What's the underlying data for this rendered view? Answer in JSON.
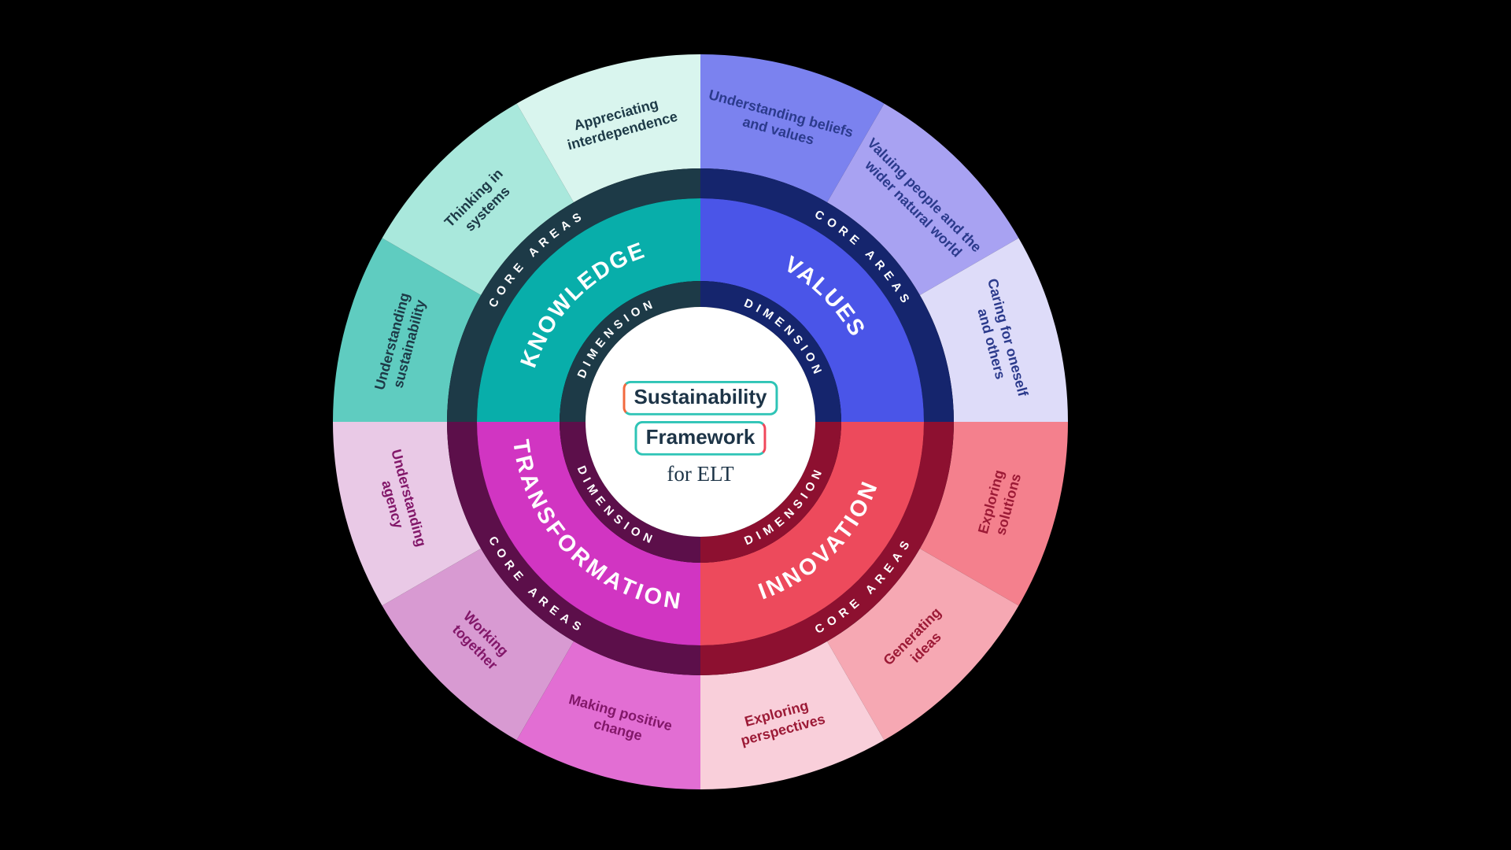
{
  "background_color": "#000000",
  "title_card": {
    "line1": "Sustainability",
    "line2": "Framework",
    "subtitle": "for ELT",
    "accent_orange": "#f2693e",
    "accent_teal": "#2ec4b6",
    "accent_red": "#f0475a",
    "text_color": "#1d3447"
  },
  "rings": {
    "dimension_label": "DIMENSION",
    "core_areas_label": "CORE AREAS"
  },
  "quadrants": [
    {
      "name": "KNOWLEDGE",
      "position": "top-left",
      "colors": {
        "main": "#08aeaa",
        "dark": "#1d3a47",
        "label_text": "#1d3a47",
        "segments": [
          "#5fccc0",
          "#a9e8dc",
          "#d9f5ee"
        ]
      },
      "core_areas": [
        {
          "label": "Understanding sustainability",
          "lines": [
            "Understanding",
            "sustainability"
          ]
        },
        {
          "label": "Thinking in systems",
          "lines": [
            "Thinking in",
            "systems"
          ]
        },
        {
          "label": "Appreciating interdependence",
          "lines": [
            "Appreciating",
            "interdependence"
          ]
        }
      ]
    },
    {
      "name": "VALUES",
      "position": "top-right",
      "colors": {
        "main": "#4a55e8",
        "dark": "#15256d",
        "label_text": "#2b3a8c",
        "segments": [
          "#7b82ef",
          "#a8a2f2",
          "#dedcf9"
        ]
      },
      "core_areas": [
        {
          "label": "Understanding beliefs and values",
          "lines": [
            "Understanding beliefs",
            "and values"
          ]
        },
        {
          "label": "Valuing people and the wider natural world",
          "lines": [
            "Valuing people and the",
            "wider natural world"
          ]
        },
        {
          "label": "Caring for oneself and others",
          "lines": [
            "Caring for oneself",
            "and others"
          ]
        }
      ]
    },
    {
      "name": "INNOVATION",
      "position": "bottom-right",
      "colors": {
        "main": "#ed4a5c",
        "dark": "#8d1030",
        "label_text": "#9c1a36",
        "segments": [
          "#f4808d",
          "#f6a8b3",
          "#f9cfda"
        ]
      },
      "core_areas": [
        {
          "label": "Exploring solutions",
          "lines": [
            "Exploring",
            "solutions"
          ]
        },
        {
          "label": "Generating ideas",
          "lines": [
            "Generating",
            "ideas"
          ]
        },
        {
          "label": "Exploring perspectives",
          "lines": [
            "Exploring",
            "perspectives"
          ]
        }
      ]
    },
    {
      "name": "TRANSFORMATION",
      "position": "bottom-left",
      "colors": {
        "main": "#d135c2",
        "dark": "#5c0f4a",
        "label_text": "#821769",
        "segments": [
          "#e26ed3",
          "#d89ad2",
          "#e9c9e6"
        ]
      },
      "core_areas": [
        {
          "label": "Making positive change",
          "lines": [
            "Making positive",
            "change"
          ]
        },
        {
          "label": "Working together",
          "lines": [
            "Working",
            "together"
          ]
        },
        {
          "label": "Understanding agency",
          "lines": [
            "Understanding",
            "agency"
          ]
        }
      ]
    }
  ]
}
